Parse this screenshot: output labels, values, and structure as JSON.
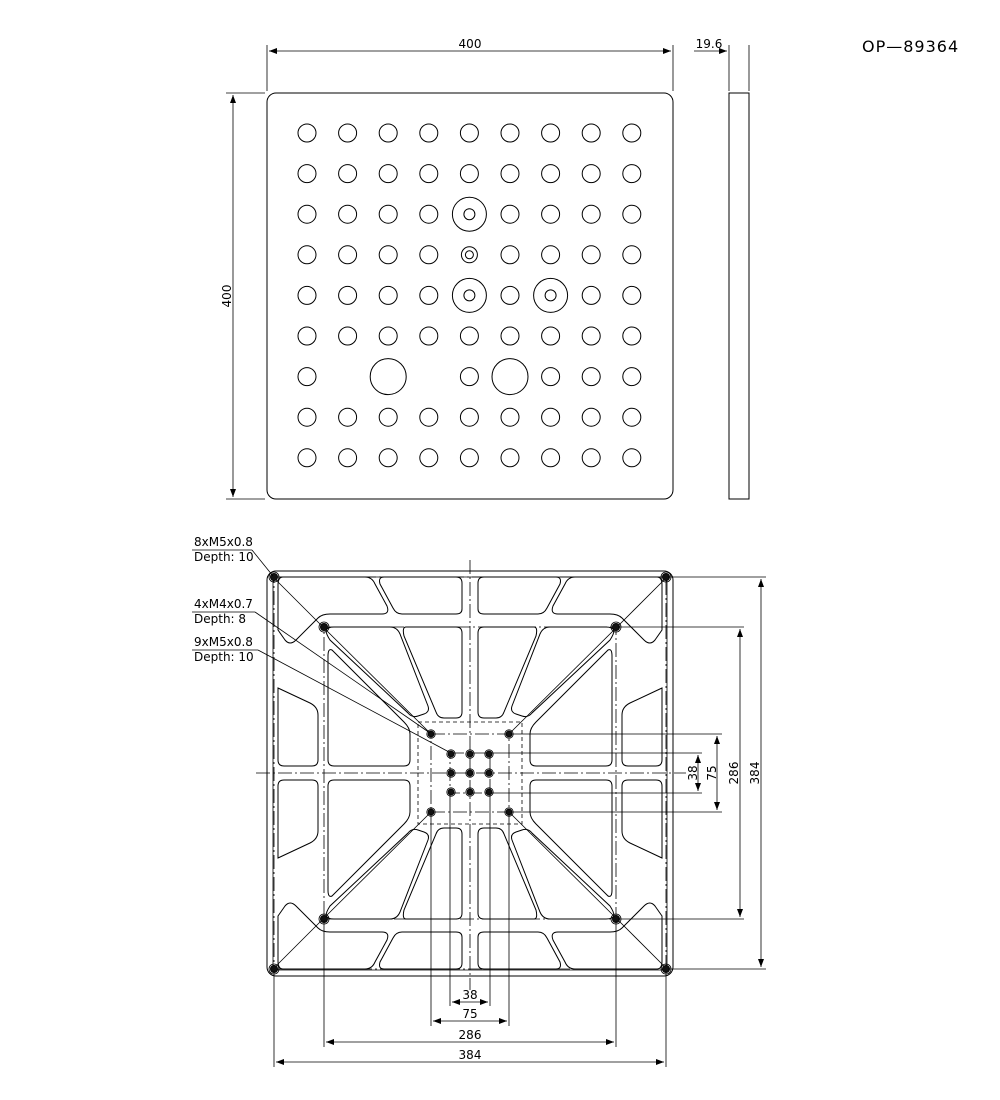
{
  "part_number": "OP—89364",
  "top_view": {
    "width_label": "400",
    "height_label": "400",
    "grid_rows": 9,
    "grid_cols": 9,
    "counterbore_positions": [
      [
        3,
        5
      ],
      [
        5,
        5
      ],
      [
        5,
        7
      ]
    ],
    "small_counterbore_positions": [
      [
        4,
        5
      ]
    ],
    "large_hole_positions": [
      [
        7,
        3
      ],
      [
        7,
        6
      ]
    ],
    "omitted_positions": [
      [
        7,
        2
      ],
      [
        7,
        4
      ]
    ]
  },
  "side_view": {
    "thickness_label": "19.6"
  },
  "bottom_view": {
    "callouts": [
      {
        "spec": "8xM5x0.8",
        "depth": "Depth: 10"
      },
      {
        "spec": "4xM4x0.7",
        "depth": "Depth: 8"
      },
      {
        "spec": "9xM5x0.8",
        "depth": "Depth: 10"
      }
    ],
    "dim_h_38": "38",
    "dim_h_75": "75",
    "dim_h_286": "286",
    "dim_h_384": "384",
    "dim_v_38": "38",
    "dim_v_75": "75",
    "dim_v_286": "286",
    "dim_v_384": "384"
  }
}
